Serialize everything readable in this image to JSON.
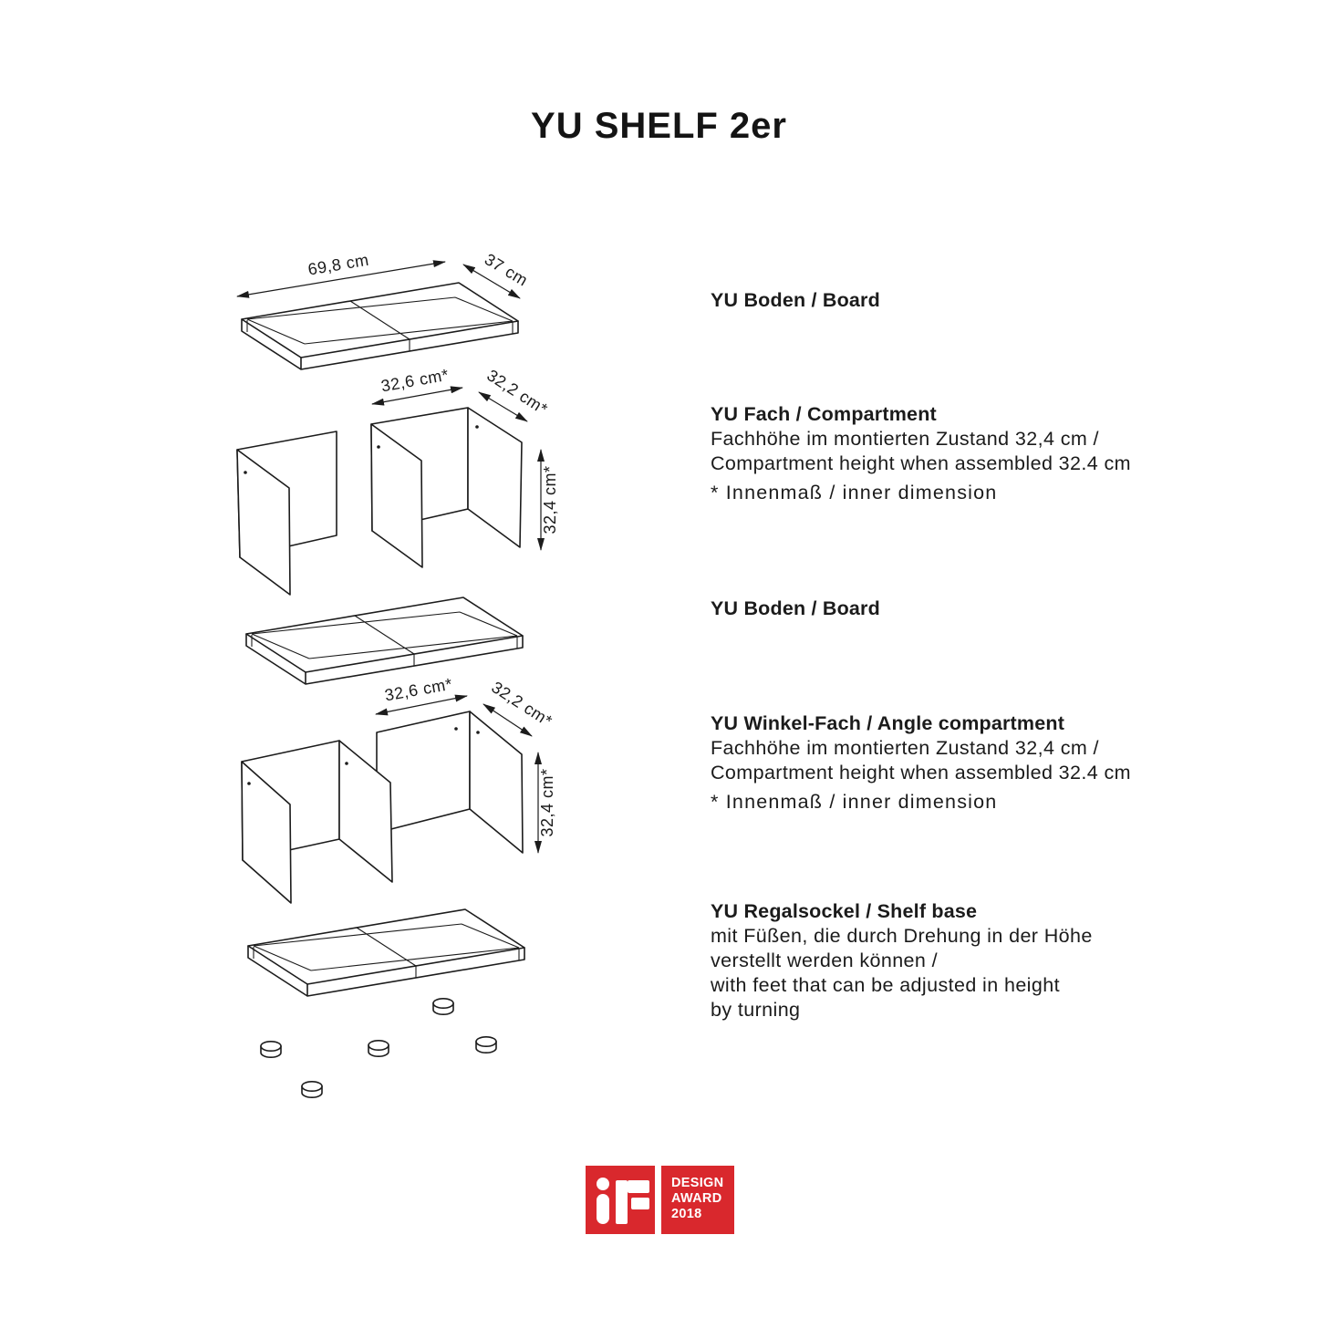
{
  "page": {
    "title": "YU SHELF 2er",
    "background": "#ffffff",
    "ink": "#1c1c1c"
  },
  "dims": {
    "board_length": "69,8 cm",
    "board_depth": "37 cm",
    "compartment_width": "32,6 cm*",
    "compartment_depth": "32,2 cm*",
    "compartment_height": "32,4 cm*",
    "angle_width": "32,6 cm*",
    "angle_depth": "32,2 cm*",
    "angle_height": "32,4 cm*"
  },
  "parts": [
    {
      "title": "YU Boden / Board",
      "lines": [],
      "note": ""
    },
    {
      "title": "YU Fach / Compartment",
      "lines": [
        "Fachhöhe im montierten Zustand 32,4 cm /",
        "Compartment height when assembled 32.4 cm"
      ],
      "note": "* Innenmaß / inner dimension"
    },
    {
      "title": "YU Boden / Board",
      "lines": [],
      "note": ""
    },
    {
      "title": "YU Winkel-Fach / Angle compartment",
      "lines": [
        "Fachhöhe im montierten Zustand 32,4 cm /",
        "Compartment height when assembled 32.4 cm"
      ],
      "note": "* Innenmaß / inner dimension"
    },
    {
      "title": "YU Regalsockel / Shelf base",
      "lines": [
        "mit Füßen, die durch Drehung in der Höhe",
        "verstellt werden können /",
        "with feet that can be adjusted in height",
        "by turning"
      ],
      "note": ""
    }
  ],
  "award": {
    "brand": "iF",
    "line1": "DESIGN",
    "line2": "AWARD",
    "line3": "2018",
    "red": "#d9282d"
  }
}
